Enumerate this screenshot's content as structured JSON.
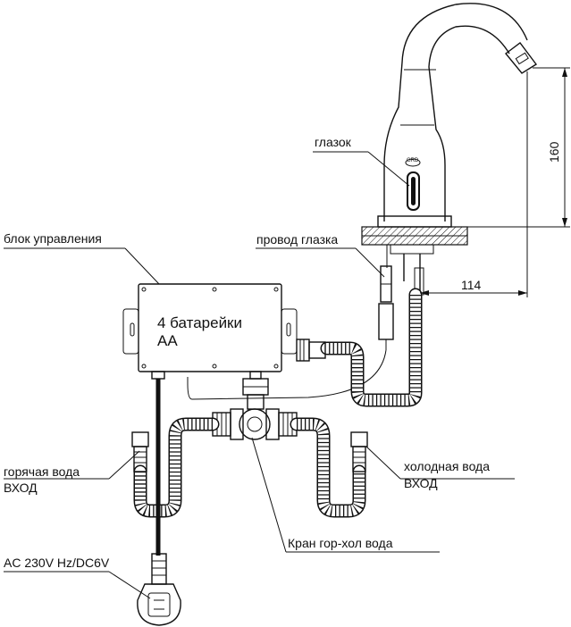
{
  "labels": {
    "eye": "глазок",
    "control_unit": "блок управления",
    "eye_wire": "провод глазка",
    "batteries_line1": "4 батарейки",
    "batteries_line2": "АА",
    "hot_water_line1": "горячая вода",
    "hot_water_line2": "ВХОД",
    "cold_water_line1": "холодная вода",
    "cold_water_line2": "ВХОД",
    "mixing_valve": "Кран гор-хол вода",
    "power": "AC 230V Hz/DC6V"
  },
  "dimensions": {
    "height": "160",
    "reach": "114"
  },
  "marks": {
    "logo_text": "GRD"
  }
}
